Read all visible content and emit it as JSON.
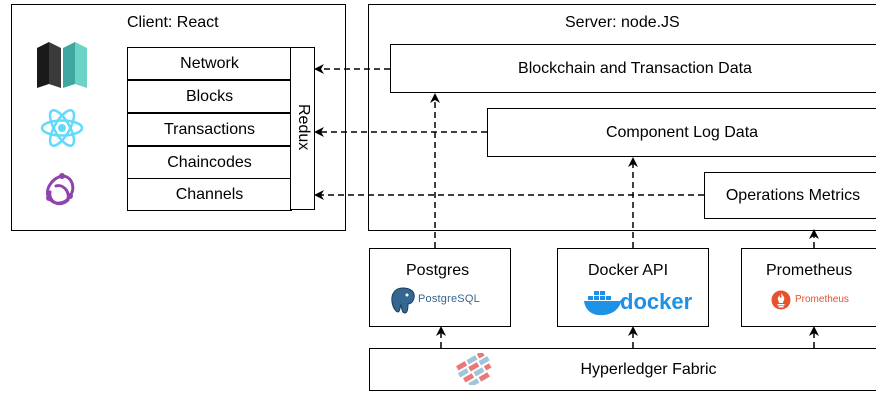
{
  "client": {
    "title": "Client: React",
    "redux_label": "Redux",
    "items": [
      "Network",
      "Blocks",
      "Transactions",
      "Chaincodes",
      "Channels"
    ]
  },
  "server": {
    "title": "Server: node.JS",
    "blockchain_data": "Blockchain and Transaction Data",
    "component_log": "Component Log Data",
    "operations_metrics": "Operations Metrics"
  },
  "sources": {
    "postgres": {
      "title": "Postgres",
      "logo_text": "PostgreSQL"
    },
    "docker": {
      "title": "Docker API",
      "logo_text": "docker"
    },
    "prometheus": {
      "title": "Prometheus",
      "logo_text": "Prometheus"
    }
  },
  "fabric": {
    "title": "Hyperledger Fabric"
  },
  "colors": {
    "react": "#61dafb",
    "docker": "#1d91e6",
    "prometheus": "#e6522c",
    "postgres": "#336791",
    "graphql": "#8e44ad"
  },
  "icons": [
    "mobx-state-tree-icon",
    "react-icon",
    "redux-saga-icon",
    "postgresql-elephant-icon",
    "docker-whale-icon",
    "prometheus-flame-icon",
    "hyperledger-fabric-icon"
  ]
}
